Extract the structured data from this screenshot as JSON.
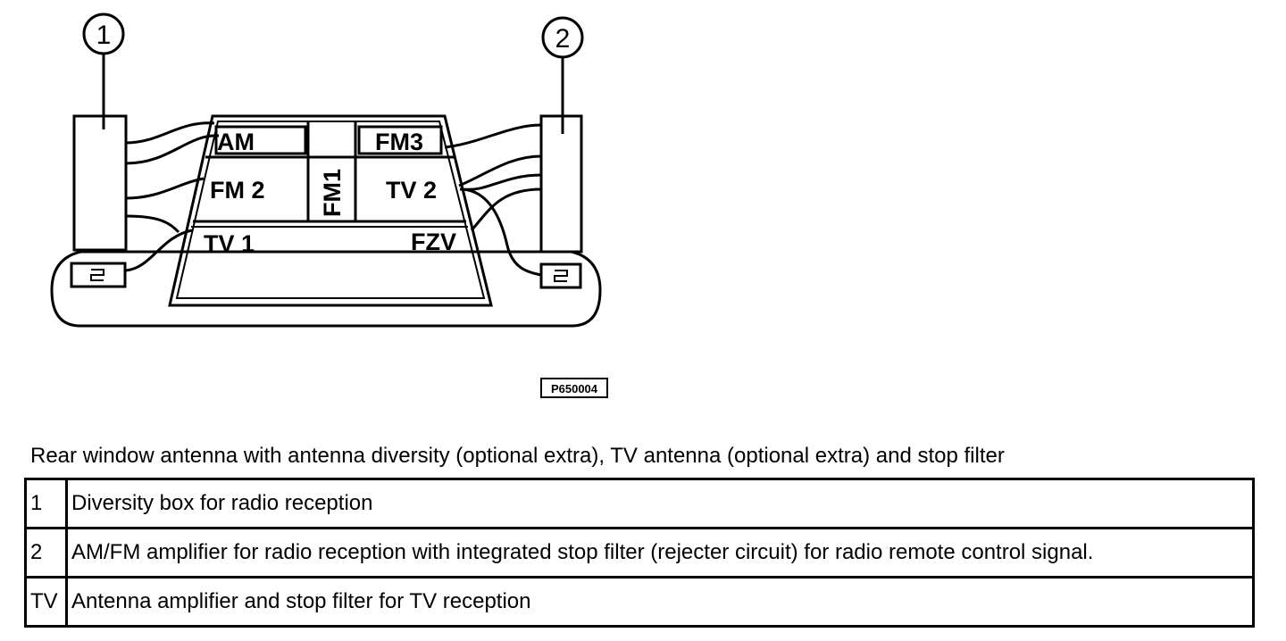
{
  "diagram": {
    "callouts": [
      "1",
      "2"
    ],
    "labels": {
      "am": "AM",
      "fm1": "FM1",
      "fm2": "FM 2",
      "fm3": "FM3",
      "tv1": "TV 1",
      "tv2": "TV 2",
      "fzv": "FZV"
    },
    "figure_code": "P650004"
  },
  "caption": "Rear window antenna with antenna diversity (optional extra), TV antenna (optional extra) and stop filter",
  "legend": [
    {
      "key": "1",
      "text": "Diversity box for radio reception"
    },
    {
      "key": "2",
      "text": "AM/FM amplifier for radio reception with integrated stop filter (rejecter circuit) for radio remote control signal."
    },
    {
      "key": "TV",
      "text": "Antenna amplifier and stop filter for TV reception"
    }
  ]
}
